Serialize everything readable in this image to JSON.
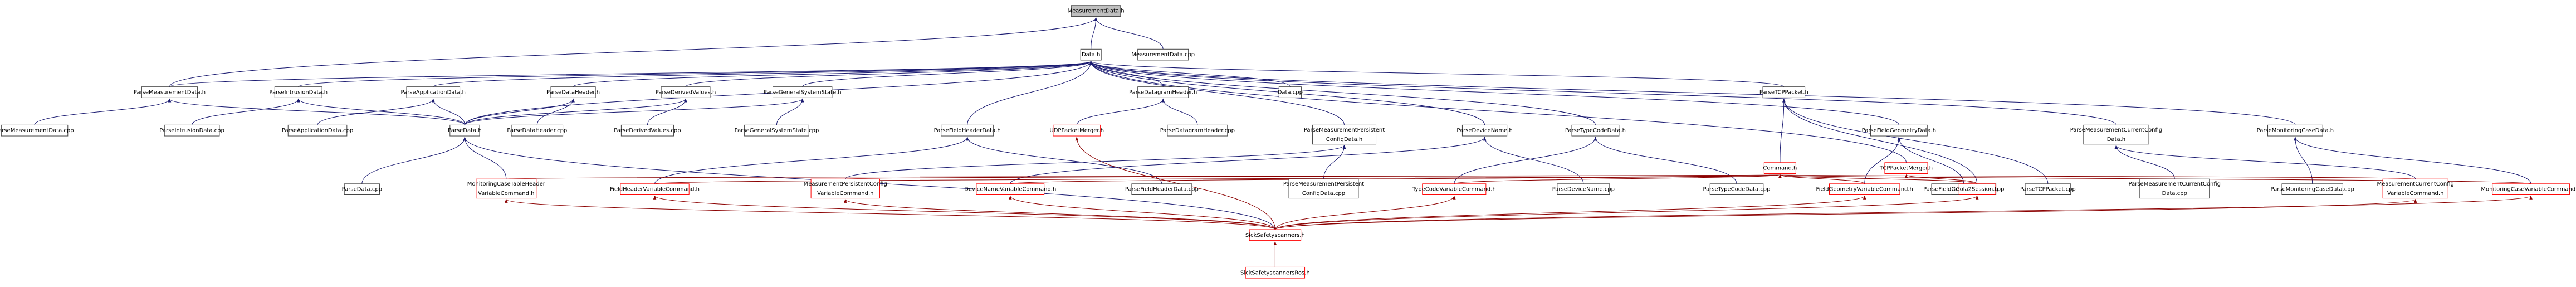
{
  "colors": {
    "edge": "#191970",
    "edge_red": "#8b0000",
    "node_border": "#404040",
    "node_border_red": "#ff0000",
    "node_fill": "#ffffff",
    "root_fill": "#bfbfbf",
    "text": "#000000"
  },
  "nodes": [
    {
      "id": "measurementdata_h",
      "label": [
        "MeasurementData.h"
      ],
      "root": true
    },
    {
      "id": "data_h",
      "label": [
        "Data.h"
      ]
    },
    {
      "id": "measurementdata_cpp",
      "label": [
        "MeasurementData.cpp"
      ]
    },
    {
      "id": "parsemeasurementdata_h",
      "label": [
        "ParseMeasurementData.h"
      ]
    },
    {
      "id": "parseintrusiondata_h",
      "label": [
        "ParseIntrusionData.h"
      ]
    },
    {
      "id": "parseapplicationdata_h",
      "label": [
        "ParseApplicationData.h"
      ]
    },
    {
      "id": "parsedataheader_h",
      "label": [
        "ParseDataHeader.h"
      ]
    },
    {
      "id": "parsederivedvalues_h",
      "label": [
        "ParseDerivedValues.h"
      ]
    },
    {
      "id": "parsegeneralsystemstate_h",
      "label": [
        "ParseGeneralSystemState.h"
      ]
    },
    {
      "id": "data_cpp",
      "label": [
        "Data.cpp"
      ]
    },
    {
      "id": "parsedatagramheader_h",
      "label": [
        "ParseDatagramHeader.h"
      ]
    },
    {
      "id": "parsetcppacket_h",
      "label": [
        "ParseTCPPacket.h"
      ]
    },
    {
      "id": "parsemeasurementdata_cpp",
      "label": [
        "ParseMeasurementData.cpp"
      ]
    },
    {
      "id": "parseintrusiondata_cpp",
      "label": [
        "ParseIntrusionData.cpp"
      ]
    },
    {
      "id": "parseapplicationdata_cpp",
      "label": [
        "ParseApplicationData.cpp"
      ]
    },
    {
      "id": "parsedata_h",
      "label": [
        "ParseData.h"
      ]
    },
    {
      "id": "parsedataheader_cpp",
      "label": [
        "ParseDataHeader.cpp"
      ]
    },
    {
      "id": "parsederivedvalues_cpp",
      "label": [
        "ParseDerivedValues.cpp"
      ]
    },
    {
      "id": "parsegeneralsystemstate_cpp",
      "label": [
        "ParseGeneralSystemState.cpp"
      ]
    },
    {
      "id": "parsefieldheaderdata_h",
      "label": [
        "ParseFieldHeaderData.h"
      ]
    },
    {
      "id": "udpacketmerger_h",
      "label": [
        "UDPPacketMerger.h"
      ],
      "red": true
    },
    {
      "id": "parsedatagramheader_cpp",
      "label": [
        "ParseDatagramHeader.cpp"
      ]
    },
    {
      "id": "parsemeasurementpersistentconfigdata_h",
      "label": [
        "ParseMeasurementPersistent",
        "ConfigData.h"
      ]
    },
    {
      "id": "parsedevicename_h",
      "label": [
        "ParseDeviceName.h"
      ]
    },
    {
      "id": "parsetypecodedata_h",
      "label": [
        "ParseTypeCodeData.h"
      ]
    },
    {
      "id": "parsefieldgeometrydata_h",
      "label": [
        "ParseFieldGeometryData.h"
      ]
    },
    {
      "id": "command_h",
      "label": [
        "Command.h"
      ],
      "red": true
    },
    {
      "id": "tcppacketmerger_h",
      "label": [
        "TCPPacketMerger.h"
      ],
      "red": true
    },
    {
      "id": "parsemeasurementcurrentconfigdata_h",
      "label": [
        "ParseMeasurementCurrentConfig",
        "Data.h"
      ]
    },
    {
      "id": "parsemonitoringcasedata_h",
      "label": [
        "ParseMonitoringCaseData.h"
      ]
    },
    {
      "id": "parsedata_cpp",
      "label": [
        "ParseData.cpp"
      ]
    },
    {
      "id": "monitoringcasetableheadervariablecommand_h",
      "label": [
        "MonitoringCaseTableHeader",
        "VariableCommand.h"
      ],
      "red": true
    },
    {
      "id": "fieldheadervariablecommand_h",
      "label": [
        "FieldHeaderVariableCommand.h"
      ],
      "red": true
    },
    {
      "id": "measurementpersistentconfigvariablecommand_h",
      "label": [
        "MeasurementPersistentConfig",
        "VariableCommand.h"
      ],
      "red": true
    },
    {
      "id": "devicenamevariablecommand_h",
      "label": [
        "DeviceNameVariableCommand.h"
      ],
      "red": true
    },
    {
      "id": "parsefieldheaderdata_cpp",
      "label": [
        "ParseFieldHeaderData.cpp"
      ]
    },
    {
      "id": "parsemeasurementpersistentconfigdata_cpp",
      "label": [
        "ParseMeasurementPersistent",
        "ConfigData.cpp"
      ]
    },
    {
      "id": "typecodevariablecommand_h",
      "label": [
        "TypeCodeVariableCommand.h"
      ],
      "red": true
    },
    {
      "id": "parsedevicename_cpp",
      "label": [
        "ParseDeviceName.cpp"
      ]
    },
    {
      "id": "parsetypecodedata_cpp",
      "label": [
        "ParseTypeCodeData.cpp"
      ]
    },
    {
      "id": "fieldgeometryvariablecommand_h",
      "label": [
        "FieldGeometryVariableCommand.h"
      ],
      "red": true
    },
    {
      "id": "parsefieldgeometrydata_cpp",
      "label": [
        "ParseFieldGeometryData.cpp"
      ]
    },
    {
      "id": "cola2session_h",
      "label": [
        "Cola2Session.h"
      ],
      "red": true
    },
    {
      "id": "parsetcppacket_cpp",
      "label": [
        "ParseTCPPacket.cpp"
      ]
    },
    {
      "id": "parsemeasurementcurrentconfigdata_cpp",
      "label": [
        "ParseMeasurementCurrentConfig",
        "Data.cpp"
      ]
    },
    {
      "id": "parsemonitoringcasedata_cpp",
      "label": [
        "ParseMonitoringCaseData.cpp"
      ]
    },
    {
      "id": "measurementcurrentconfigvariablecommand_h",
      "label": [
        "MeasurementCurrentConfig",
        "VariableCommand.h"
      ],
      "red": true
    },
    {
      "id": "monitoringcasevariablecommand_h",
      "label": [
        "MonitoringCaseVariableCommand.h"
      ],
      "red": true
    },
    {
      "id": "sicksafetyscanners_h",
      "label": [
        "SickSafetyscanners.h"
      ],
      "red": true
    },
    {
      "id": "sicksafetyscannersros_h",
      "label": [
        "SickSafetyscannersRos.h"
      ],
      "red": true
    }
  ]
}
